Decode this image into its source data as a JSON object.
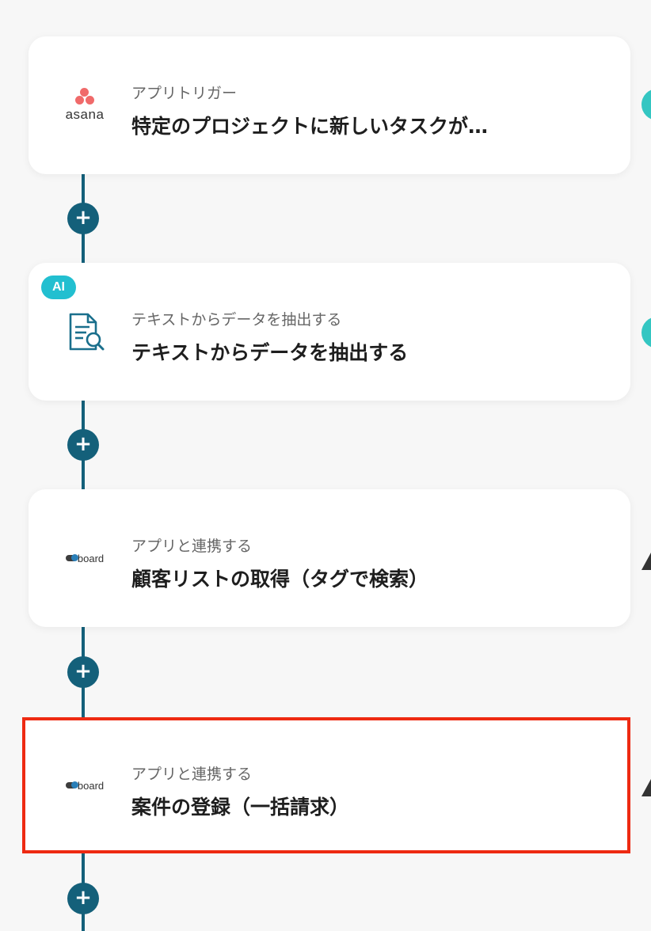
{
  "steps": [
    {
      "subtitle": "アプリトリガー",
      "title": "特定のプロジェクトに新しいタスクが…",
      "icon": "asana-logo",
      "logo_text": "asana"
    },
    {
      "badge": "AI",
      "subtitle": "テキストからデータを抽出する",
      "title": "テキストからデータを抽出する",
      "icon": "document-search-icon"
    },
    {
      "subtitle": "アプリと連携する",
      "title": "顧客リストの取得（タグで検索）",
      "icon": "board-logo",
      "logo_text": "board"
    },
    {
      "subtitle": "アプリと連携する",
      "title": "案件の登録（一括請求）",
      "icon": "board-logo",
      "logo_text": "board",
      "selected": true
    }
  ],
  "add_button_label": "+",
  "colors": {
    "connector": "#14607a",
    "selection_border": "#ee2a12",
    "ai_badge": "#22bfd0",
    "asana": "#f06a6a",
    "edge_indicator": "#34c6c2"
  }
}
